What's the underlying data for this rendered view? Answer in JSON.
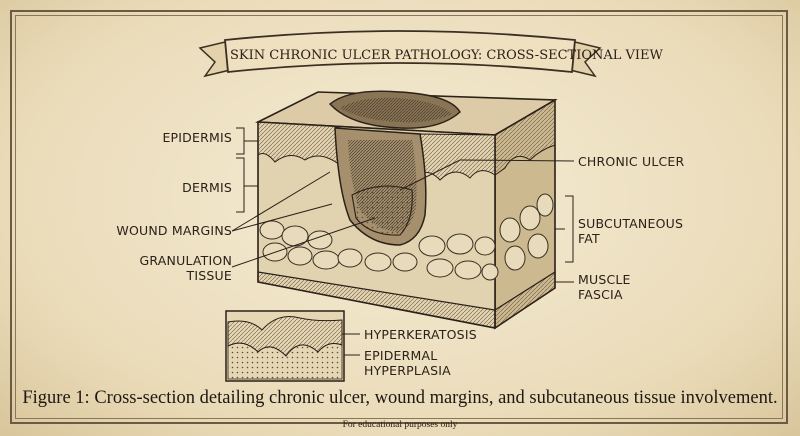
{
  "title": "SKIN CHRONIC ULCER PATHOLOGY: CROSS-SECTIONAL VIEW",
  "labels": {
    "epidermis": "EPIDERMIS",
    "dermis": "DERMIS",
    "wound_margins": "WOUND MARGINS",
    "granulation_line1": "GRANULATION",
    "granulation_line2": "TISSUE",
    "chronic_ulcer": "CHRONIC ULCER",
    "subcutaneous_line1": "SUBCUTANEOUS",
    "subcutaneous_line2": "FAT",
    "muscle_line1": "MUSCLE",
    "muscle_line2": "FASCIA",
    "hyperkeratosis": "HYPERKERATOSIS",
    "epidermal_line1": "EPIDERMAL",
    "epidermal_line2": "HYPERPLASIA"
  },
  "caption": "Figure 1: Cross-section detailing chronic ulcer, wound margins, and subcutaneous tissue involvement.",
  "footnote": "For educational purposes only",
  "colors": {
    "ink": "#2a2118",
    "parchment": "#efe3c8",
    "tissue_dark": "#7a6a55",
    "tissue_light": "#d8c8a6"
  }
}
